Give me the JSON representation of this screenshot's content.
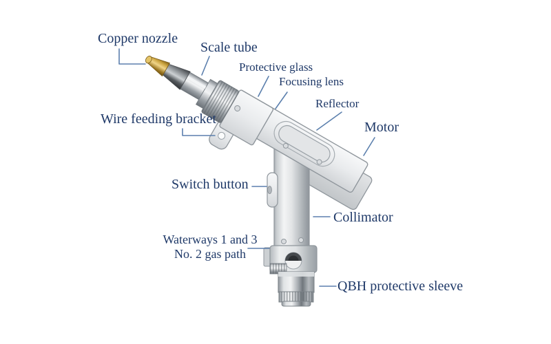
{
  "diagram": {
    "type": "labeled-parts-diagram",
    "subject": "Handheld laser welding gun",
    "colors": {
      "background": "#ffffff",
      "label_text": "#1f3968",
      "leader_line": "#5b7fad",
      "copper_accent": "#d9b04e",
      "body_metal": "#e9ebed"
    },
    "labels": [
      {
        "id": "copper-nozzle",
        "text": "Copper nozzle"
      },
      {
        "id": "scale-tube",
        "text": "Scale tube"
      },
      {
        "id": "protective-glass",
        "text": "Protective glass"
      },
      {
        "id": "focusing-lens",
        "text": "Focusing lens"
      },
      {
        "id": "reflector",
        "text": "Reflector"
      },
      {
        "id": "motor",
        "text": "Motor"
      },
      {
        "id": "wire-feeding-bracket",
        "text": "Wire feeding bracket"
      },
      {
        "id": "switch-button",
        "text": "Switch button"
      },
      {
        "id": "waterways",
        "line1": "Waterways 1 and 3",
        "line2": "No. 2 gas path"
      },
      {
        "id": "collimator",
        "text": "Collimator"
      },
      {
        "id": "qbh-protective-sleeve",
        "text": "QBH protective sleeve"
      }
    ]
  }
}
